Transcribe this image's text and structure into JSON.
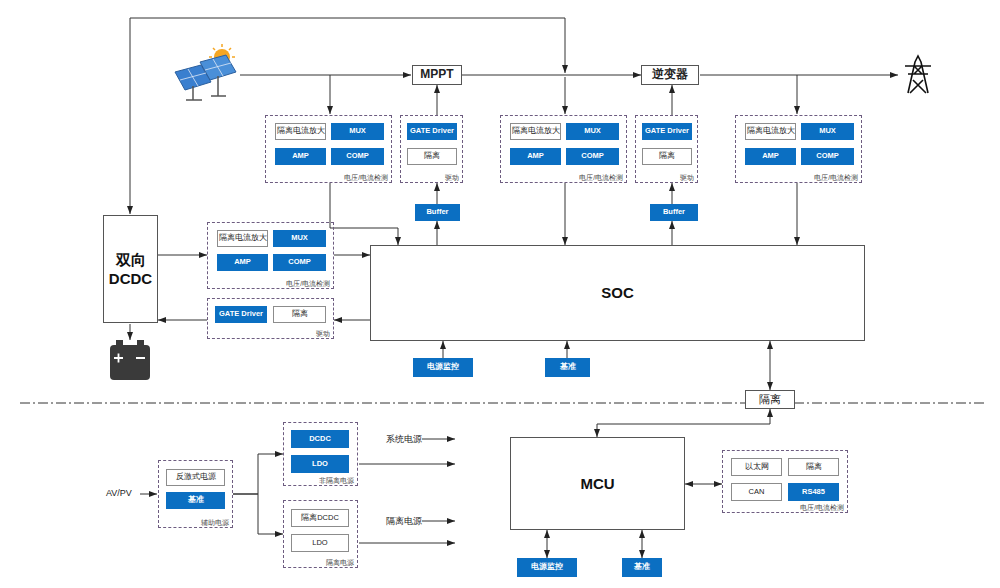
{
  "diagram": {
    "nodes": [
      {
        "text": [
          "MPPT"
        ]
      },
      {
        "text": [
          "逆变器"
        ]
      },
      {
        "text": [
          "电压/电流检测"
        ]
      },
      {
        "text": [
          "隔离电流放大"
        ],
        "in": 2
      },
      {
        "text": [
          "MUX"
        ],
        "in": 2
      },
      {
        "text": [
          "AMP"
        ],
        "in": 2
      },
      {
        "text": [
          "COMP"
        ],
        "in": 2
      },
      {
        "text": [
          "驱动"
        ]
      },
      {
        "text": [
          "GATE Driver"
        ],
        "in": 7
      },
      {
        "text": [
          "隔离"
        ],
        "in": 7
      },
      {
        "text": [
          "电压/电流检测"
        ]
      },
      {
        "text": [
          "隔离电流放大"
        ],
        "in": 10
      },
      {
        "text": [
          "MUX"
        ],
        "in": 10
      },
      {
        "text": [
          "AMP"
        ],
        "in": 10
      },
      {
        "text": [
          "COMP"
        ],
        "in": 10
      },
      {
        "text": [
          "驱动"
        ]
      },
      {
        "text": [
          "GATE Driver"
        ],
        "in": 15
      },
      {
        "text": [
          "隔离"
        ],
        "in": 15
      },
      {
        "text": [
          "电压/电流检测"
        ]
      },
      {
        "text": [
          "隔离电流放大"
        ],
        "in": 18
      },
      {
        "text": [
          "MUX"
        ],
        "in": 18
      },
      {
        "text": [
          "AMP"
        ],
        "in": 18
      },
      {
        "text": [
          "COMP"
        ],
        "in": 18
      },
      {
        "text": [
          "Buffer"
        ]
      },
      {
        "text": [
          "Buffer"
        ]
      },
      {
        "text": [
          "双向 DCDC"
        ]
      },
      {
        "text": [
          "电压/电流检测"
        ]
      },
      {
        "text": [
          "隔离电流放大"
        ],
        "in": 26
      },
      {
        "text": [
          "MUX"
        ],
        "in": 26
      },
      {
        "text": [
          "AMP"
        ],
        "in": 26
      },
      {
        "text": [
          "COMP"
        ],
        "in": 26
      },
      {
        "text": [
          "驱动"
        ]
      },
      {
        "text": [
          "GATE Driver"
        ],
        "in": 31
      },
      {
        "text": [
          "隔离"
        ],
        "in": 31
      },
      {
        "text": [
          "SOC"
        ]
      },
      {
        "text": [
          "电源监控"
        ]
      },
      {
        "text": [
          "基准"
        ]
      },
      {
        "text": [
          "隔离"
        ]
      },
      {
        "text": [
          "辅助电源"
        ]
      },
      {
        "text": [
          "反激式电源"
        ],
        "in": 38
      },
      {
        "text": [
          "基准"
        ],
        "in": 38
      },
      {
        "text": [
          "非隔离电源"
        ]
      },
      {
        "text": [
          "DCDC"
        ],
        "in": 41
      },
      {
        "text": [
          "LDO"
        ],
        "in": 41
      },
      {
        "text": [
          "隔离电源"
        ]
      },
      {
        "text": [
          "隔离DCDC"
        ],
        "in": 44
      },
      {
        "text": [
          "LDO"
        ],
        "in": 44
      },
      {
        "text": [
          "MCU"
        ]
      },
      {
        "text": [
          "电压/电流检测"
        ]
      },
      {
        "text": [
          "以太网"
        ],
        "in": 48
      },
      {
        "text": [
          "隔离"
        ],
        "in": 48
      },
      {
        "text": [
          "CAN"
        ],
        "in": 48
      },
      {
        "text": [
          "RS485"
        ],
        "in": 48
      },
      {
        "text": [
          "电源监控"
        ]
      },
      {
        "text": [
          "基准"
        ]
      }
    ],
    "edges": [
      {
        "from": 0,
        "to": 1,
        "arrow": "to"
      },
      {
        "from": 7,
        "to": 0,
        "arrow": "to"
      },
      {
        "from": 23,
        "to": 7,
        "arrow": "to"
      },
      {
        "from": 34,
        "to": 23,
        "arrow": "to"
      },
      {
        "from": 15,
        "to": 1,
        "arrow": "to"
      },
      {
        "from": 24,
        "to": 15,
        "arrow": "to"
      },
      {
        "from": 34,
        "to": 24,
        "arrow": "to"
      },
      {
        "from": 2,
        "to": 34,
        "arrow": "to"
      },
      {
        "from": 10,
        "to": 34,
        "arrow": "to"
      },
      {
        "from": 18,
        "to": 34,
        "arrow": "to"
      },
      {
        "from": 25,
        "to": 26,
        "arrow": "to"
      },
      {
        "from": 26,
        "to": 34,
        "arrow": "to"
      },
      {
        "from": 34,
        "to": 31,
        "arrow": "to"
      },
      {
        "from": 31,
        "to": 25,
        "arrow": "to"
      },
      {
        "from": 35,
        "to": 34,
        "arrow": "to"
      },
      {
        "from": 36,
        "to": 34,
        "arrow": "to"
      },
      {
        "from": 34,
        "to": 37,
        "arrow": "both"
      },
      {
        "from": 37,
        "to": 47,
        "arrow": "both"
      },
      {
        "from": 47,
        "to": 48,
        "arrow": "both"
      },
      {
        "from": 47,
        "to": 53,
        "arrow": "both"
      },
      {
        "from": 47,
        "to": 54,
        "arrow": "both"
      },
      {
        "from": 38,
        "to": 41,
        "arrow": "to"
      },
      {
        "from": 38,
        "to": 44,
        "arrow": "to"
      }
    ],
    "labels": [
      "AV/PV",
      "系统电源",
      "隔离电源"
    ]
  }
}
